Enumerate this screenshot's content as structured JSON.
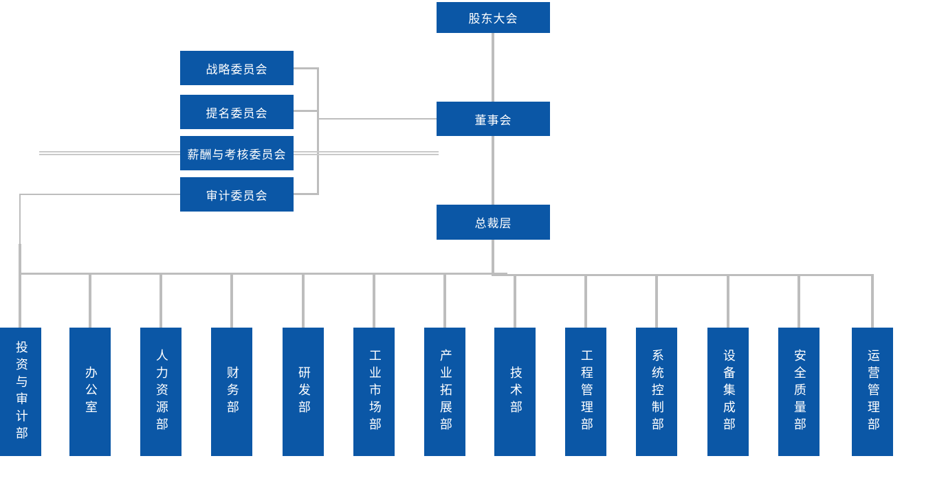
{
  "org_chart": {
    "top_nodes": [
      {
        "label": "股东大会"
      },
      {
        "label": "董事会"
      },
      {
        "label": "总裁层"
      }
    ],
    "committees": [
      "战略委员会",
      "提名委员会",
      "薪酬与考核委员会",
      "审计委员会"
    ],
    "departments": [
      "投资与审计部",
      "办公室",
      "人力资源部",
      "财务部",
      "研发部",
      "工业市场部",
      "产业拓展部",
      "技术部",
      "工程管理部",
      "系统控制部",
      "设备集成部",
      "安全质量部",
      "运营管理部"
    ],
    "colors": {
      "node_fill": "#0b57a6",
      "node_text": "#ffffff",
      "connector": "#bdbdbd",
      "connector_light": "#c9c9c9"
    }
  }
}
